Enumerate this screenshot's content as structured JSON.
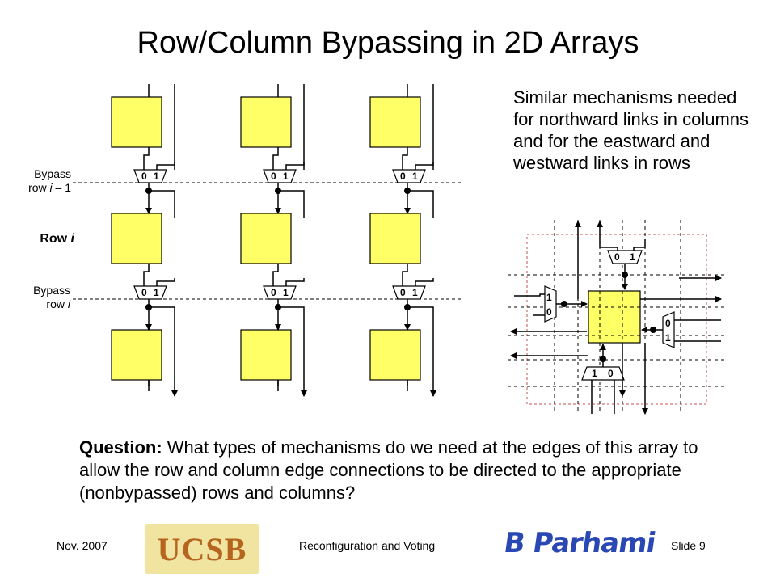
{
  "slide": {
    "title": "Row/Column Bypassing in 2D Arrays",
    "side_text": "Similar mechanisms needed for northward links in columns and for the eastward and westward links in rows",
    "question_label": "Question:",
    "question_text": " What types of mechanisms do we need at the edges of this array to allow the row and column edge connections to be directed to the appropriate (nonbypassed) rows and columns?"
  },
  "diagram": {
    "labels": {
      "bypass_row_prev_1": "Bypass",
      "bypass_row_prev_2": "row ",
      "bypass_row_prev_i": "i",
      "bypass_row_prev_3": " – 1",
      "row_i_1": "Row ",
      "row_i_2": "i",
      "bypass_row_i_1": "Bypass",
      "bypass_row_i_2": "row ",
      "bypass_row_i_i": "i"
    },
    "mux_input_0": "0",
    "mux_input_1": "1",
    "colors": {
      "cell_fill": "#ffff66",
      "cell_stroke": "#000000",
      "dash_border": "#c0504d"
    }
  },
  "footer": {
    "date": "Nov. 2007",
    "course": "Reconfiguration and Voting",
    "slide_number": "Slide 9",
    "logo_left": "UCSB",
    "logo_right": "B Parhami"
  }
}
